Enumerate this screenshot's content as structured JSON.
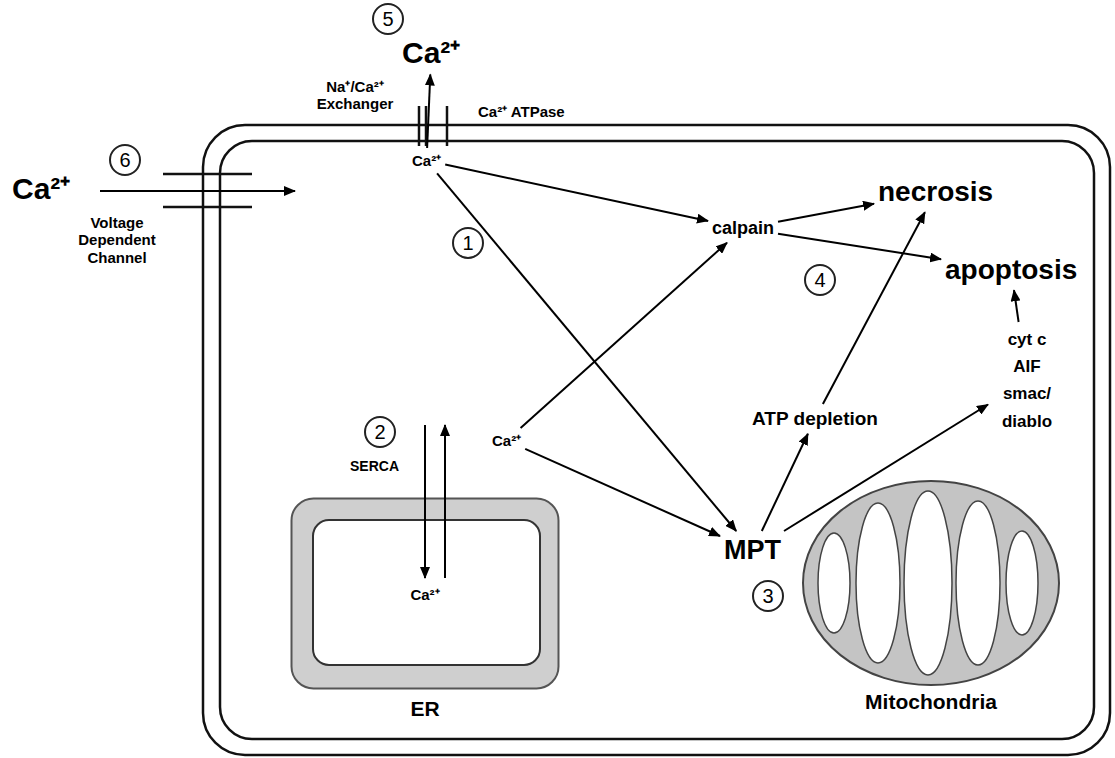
{
  "diagram": {
    "nodes": [
      {
        "text": [
          "Ca²⁺"
        ]
      },
      {
        "text": [
          "Ca²⁺"
        ]
      },
      {
        "text": [
          "calpain"
        ]
      },
      {
        "text": [
          "necrosis"
        ]
      },
      {
        "text": [
          "apoptosis"
        ]
      },
      {
        "text": [
          "Ca²⁺"
        ]
      },
      {
        "text": [
          "ATP depletion"
        ]
      },
      {
        "text": [
          "cyt c AIF smac/ diablo"
        ]
      },
      {
        "text": [
          "MPT"
        ]
      },
      {
        "text": [
          "Ca²⁺",
          "ER"
        ]
      },
      {
        "text": [
          "Mitochondria"
        ]
      }
    ],
    "edges": [
      {
        "from": 1,
        "to": 0,
        "arrow": "to"
      },
      {
        "from": 1,
        "to": 2,
        "arrow": "to"
      },
      {
        "from": 1,
        "to": 8,
        "arrow": "to"
      },
      {
        "from": 5,
        "to": 2,
        "arrow": "to"
      },
      {
        "from": 5,
        "to": 8,
        "arrow": "to"
      },
      {
        "from": 2,
        "to": 3,
        "arrow": "to"
      },
      {
        "from": 2,
        "to": 4,
        "arrow": "to"
      },
      {
        "from": 6,
        "to": 3,
        "arrow": "to"
      },
      {
        "from": 8,
        "to": 6,
        "arrow": "to"
      },
      {
        "from": 8,
        "to": 7,
        "arrow": "to"
      },
      {
        "from": 7,
        "to": 4,
        "arrow": "to"
      }
    ],
    "labels": [
      "5",
      "Na⁺/Ca²⁺ Exchanger",
      "Ca²⁺ ATPase",
      "6",
      "Ca²⁺",
      "Voltage Dependent Channel",
      "1",
      "4",
      "2",
      "SERCA",
      "3"
    ]
  }
}
